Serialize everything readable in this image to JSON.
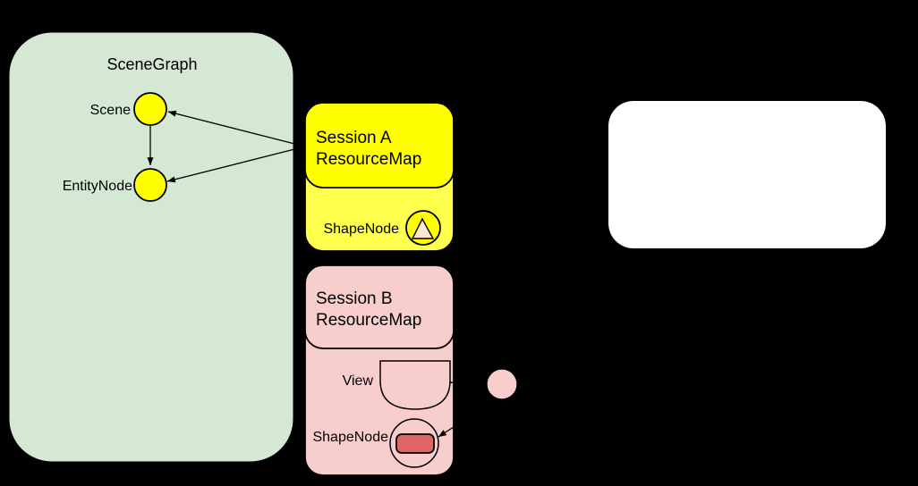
{
  "diagram": {
    "background": "#000000",
    "scenegraph": {
      "title": "SceneGraph",
      "scene_label": "Scene",
      "entity_label": "EntityNode"
    },
    "session_a": {
      "title_line1": "Session A",
      "title_line2": "ResourceMap",
      "shapenode_label": "ShapeNode"
    },
    "session_b": {
      "title_line1": "Session B",
      "title_line2": "ResourceMap",
      "view_label": "View",
      "shapenode_label": "ShapeNode"
    },
    "colors": {
      "background": "#000000",
      "scenegraph_fill": "#d5e8d4",
      "node_yellow": "#ffff00",
      "session_a_header_fill": "#ffff00",
      "session_a_body_fill": "#ffff4d",
      "session_b_fill": "#f8cecc",
      "triangle_fill": "#ffe6cc",
      "shape_red_fill": "#e06666",
      "white_panel_fill": "#ffffff",
      "line": "#000000"
    }
  }
}
